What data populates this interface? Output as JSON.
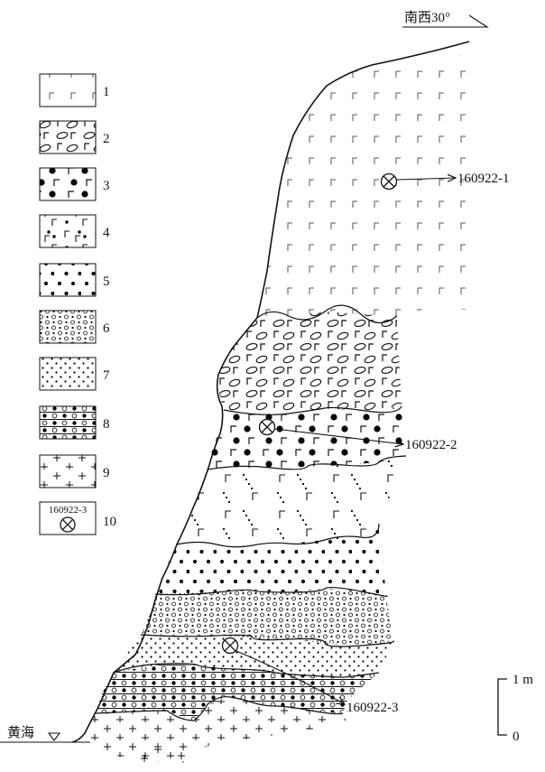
{
  "orientation": {
    "label": "南西30°"
  },
  "legend": {
    "items": [
      {
        "num": "1",
        "pattern": "volcanic"
      },
      {
        "num": "2",
        "pattern": "volcanic-breccia"
      },
      {
        "num": "3",
        "pattern": "volcanic-large-dots"
      },
      {
        "num": "4",
        "pattern": "volcanic-small-dots"
      },
      {
        "num": "5",
        "pattern": "dots"
      },
      {
        "num": "6",
        "pattern": "circles-dots"
      },
      {
        "num": "7",
        "pattern": "fine-dots"
      },
      {
        "num": "8",
        "pattern": "lined-circles-dots"
      },
      {
        "num": "9",
        "pattern": "crosses"
      },
      {
        "num": "10",
        "pattern": "sample-symbol",
        "sample_label": "160922-3"
      }
    ]
  },
  "samples": [
    {
      "id": "160922-1"
    },
    {
      "id": "160922-2"
    },
    {
      "id": "160922-3"
    }
  ],
  "sea": {
    "label": "黄海"
  },
  "scale": {
    "top_label": "1 m",
    "bottom_label": "0"
  }
}
